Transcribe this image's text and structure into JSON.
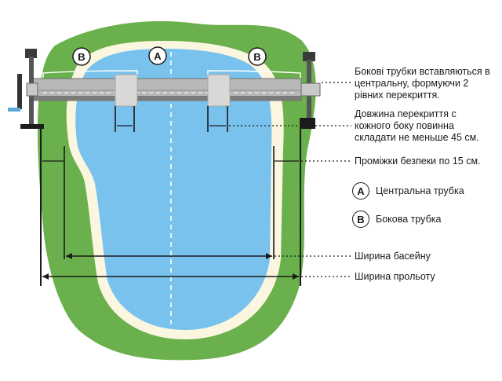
{
  "diagram": {
    "badges": {
      "center": "A",
      "left": "B",
      "right": "B"
    },
    "notes": {
      "side_tubes": "Бокові трубки вставляються в центральну, формуючи 2 рівних перекриття.",
      "overlap": "Довжина перекриття с кожного боку повинна складати не меньше 45 см.",
      "safety_gaps": "Проміжки безпеки по 15 см.",
      "pool_width": "Ширина басейну",
      "span_width": "Ширина прольоту"
    },
    "legend": [
      {
        "key": "A",
        "label": "Центральна трубка"
      },
      {
        "key": "B",
        "label": "Бокова трубка"
      }
    ],
    "colors": {
      "grass": "#6ab04c",
      "coping": "#fbf6df",
      "water": "#79c2ee",
      "tube": "#b8b9b6",
      "overlap": "#d8d8d6"
    }
  }
}
